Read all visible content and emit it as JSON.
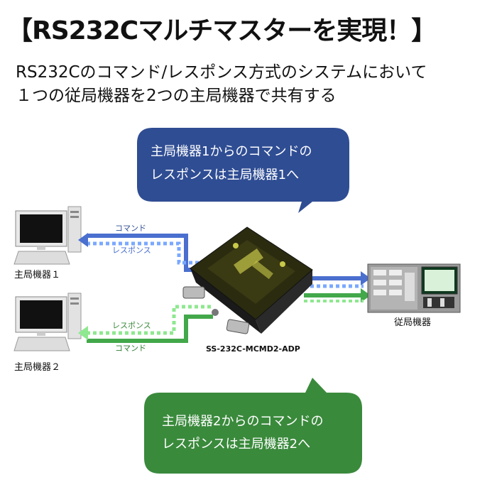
{
  "title": "【RS232Cマルチマスターを実現！】",
  "subtitle_line1": "RS232Cのコマンド/レスポンス方式のシステムにおいて",
  "subtitle_line2": "１つの従局機器を2つの主局機器で共有する",
  "bubble_top": {
    "line1": "主局機器1からのコマンドの",
    "line2": "レスポンスは主局機器1へ",
    "color": "#2f4d93"
  },
  "bubble_bottom": {
    "line1": "主局機器2からのコマンドの",
    "line2": "レスポンスは主局機器2へ",
    "color": "#3a8a3c"
  },
  "master1": {
    "label": "主局機器１"
  },
  "master2": {
    "label": "主局機器２"
  },
  "slave": {
    "label": "従局機器"
  },
  "device": {
    "model": "SS-232C-MCMD2-ADP"
  },
  "lines": {
    "top_command": "コマンド",
    "top_response": "レスポンス",
    "bottom_response": "レスポンス",
    "bottom_command": "コマンド"
  },
  "colors": {
    "blue_line": "#4a6fcf",
    "blue_dash": "#7aa8ff",
    "green_line": "#42a84a",
    "green_dash": "#8ee88f"
  }
}
